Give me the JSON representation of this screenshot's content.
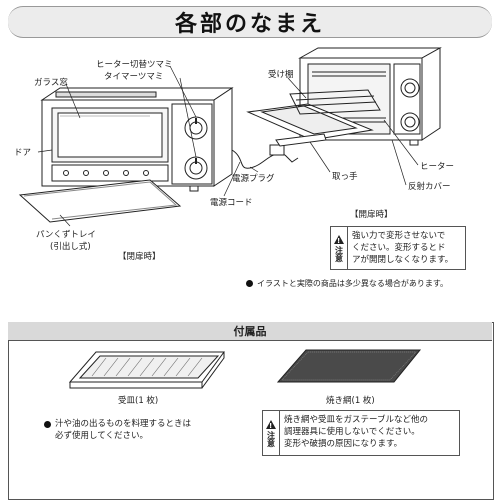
{
  "header": {
    "title": "各部のなまえ"
  },
  "closed_view": {
    "labels": {
      "heater_knob": "ヒーター切替ツマミ",
      "timer_knob": "タイマーツマミ",
      "glass_window": "ガラス窓",
      "door": "ドア",
      "crumb_tray": "パンくずトレイ",
      "crumb_tray_note": "(引出し式)",
      "power_plug": "電源プラグ",
      "power_cord": "電源コード"
    },
    "caption": "【閉扉時】"
  },
  "open_view": {
    "labels": {
      "rack": "受け棚",
      "handle": "取っ手",
      "heater": "ヒーター",
      "reflector_cover": "反射カバー"
    },
    "caption": "【開扉時】"
  },
  "caution_top": {
    "side_label": "注意",
    "lines": [
      "強い力で変形させないで",
      "ください。変形するとド",
      "アが開閉しなくなります。"
    ]
  },
  "note_illustration": "イラストと実際の商品は多少異なる場合があります。",
  "accessories": {
    "title": "付属品",
    "tray_label": "受皿(1 枚)",
    "net_label": "焼き網(1 枚)",
    "note_lines": [
      "汁や油の出るものを料理するときは",
      "必ず使用してください。"
    ],
    "caution": {
      "side_label": "注意",
      "lines": [
        "焼き網や受皿をガステーブルなど他の",
        "調理器具に使用しないでください。",
        "変形や破損の原因になります。"
      ]
    }
  }
}
